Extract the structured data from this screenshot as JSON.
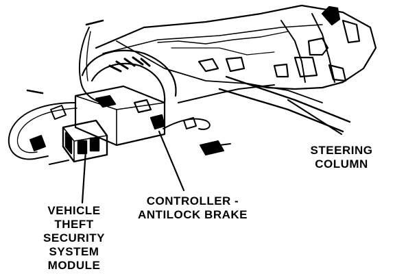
{
  "colors": {
    "ink": "#000000",
    "paper": "#ffffff"
  },
  "labels": {
    "vehicle_theft_security_system_module": [
      "VEHICLE",
      "THEFT",
      "SECURITY",
      "SYSTEM",
      "MODULE"
    ],
    "controller_antilock_brake": [
      "CONTROLLER -",
      "ANTILOCK BRAKE"
    ],
    "steering_column": [
      "STEERING",
      "COLUMN"
    ]
  }
}
